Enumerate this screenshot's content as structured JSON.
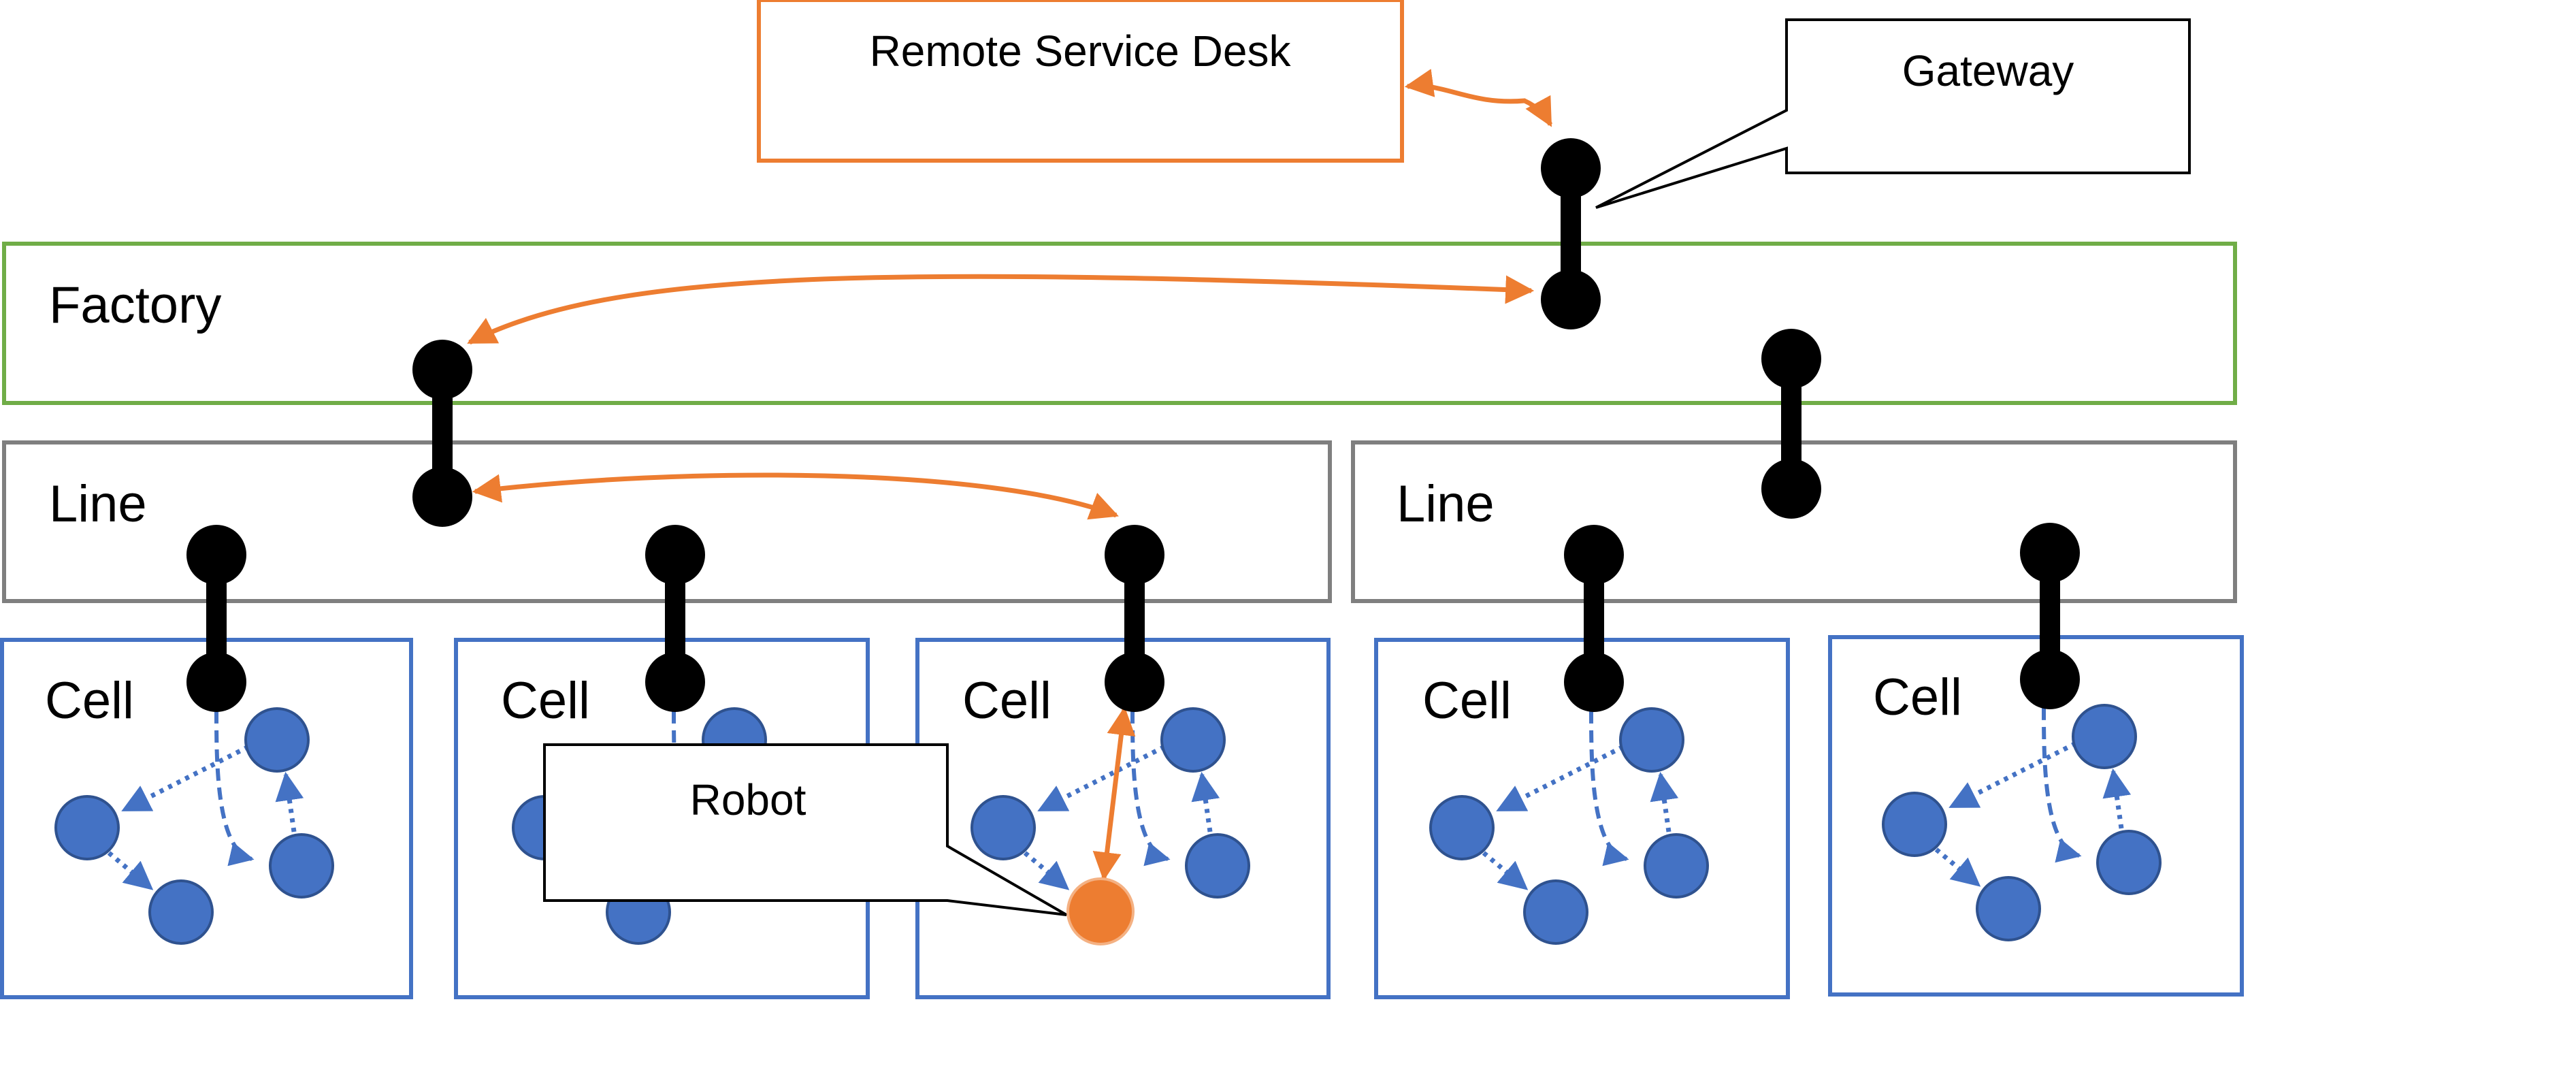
{
  "labels": {
    "remote_service_desk": "Remote Service Desk",
    "gateway": "Gateway",
    "factory": "Factory",
    "line_left": "Line",
    "line_right": "Line",
    "cell": "Cell",
    "robot": "Robot"
  },
  "colors": {
    "factory_border": "#70ad47",
    "line_border": "#7f7f7f",
    "cell_border": "#4472c4",
    "remote_border": "#ed7d31",
    "orange_arrow": "#ed7d31",
    "node_fill": "#4472c4",
    "node_stroke": "#2f528f",
    "robot_fill": "#ed7d31",
    "connector": "#000000"
  }
}
